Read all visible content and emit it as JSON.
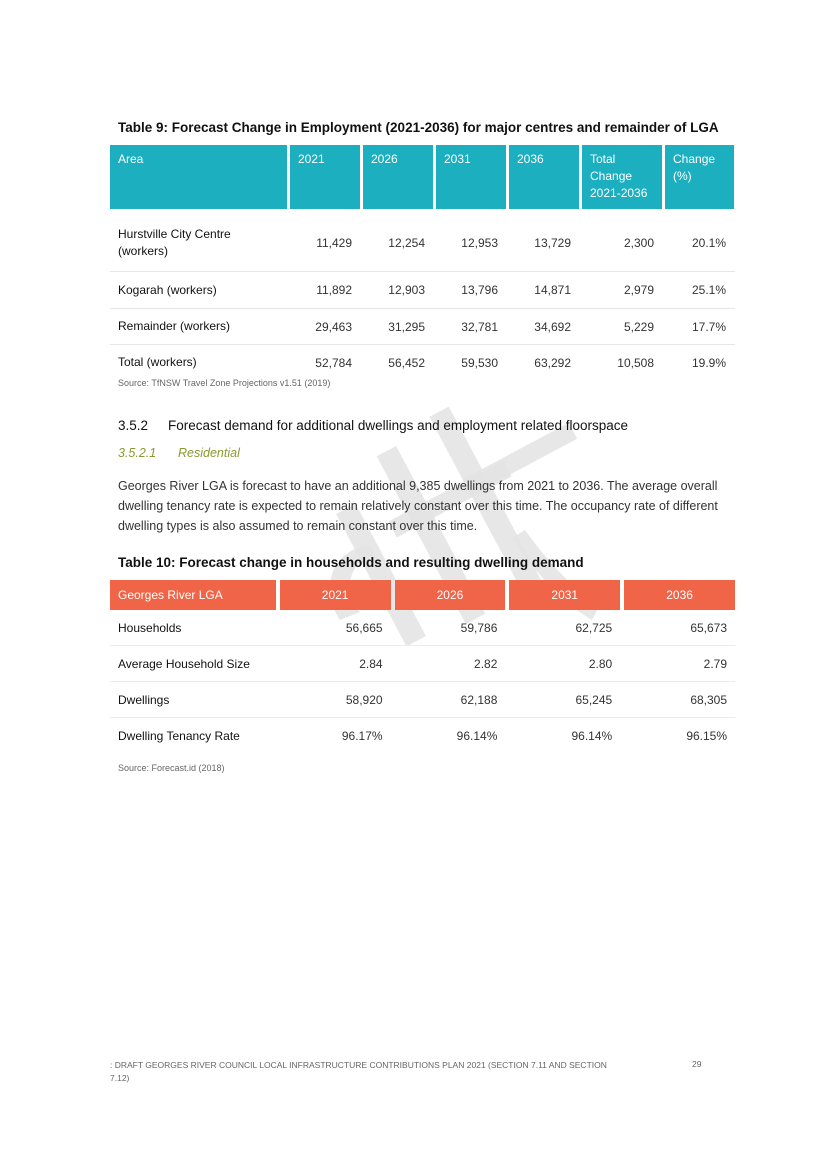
{
  "watermark_text": "draft",
  "table9": {
    "caption": "Table 9: Forecast Change in Employment (2021-2036) for major centres and remainder of LGA",
    "headers": [
      "Area",
      "2021",
      "2026",
      "2031",
      "2036",
      "Total\nChange\n2021-2036",
      "Change\n(%)"
    ],
    "rows": [
      [
        "Hurstville City Centre (workers)",
        "11,429",
        "12,254",
        "12,953",
        "13,729",
        "2,300",
        "20.1%"
      ],
      [
        "Kogarah (workers)",
        "11,892",
        "12,903",
        "13,796",
        "14,871",
        "2,979",
        "25.1%"
      ],
      [
        "Remainder (workers)",
        "29,463",
        "31,295",
        "32,781",
        "34,692",
        "5,229",
        "17.7%"
      ],
      [
        "Total (workers)",
        "52,784",
        "56,452",
        "59,530",
        "63,292",
        "10,508",
        "19.9%"
      ]
    ],
    "source": "Source: TfNSW Travel Zone Projections v1.51 (2019)"
  },
  "section": {
    "number": "3.5.2",
    "title": "Forecast demand for additional dwellings and employment related floorspace"
  },
  "subsection": {
    "number": "3.5.2.1",
    "title": "Residential"
  },
  "paragraph": "Georges River LGA is forecast to have an additional 9,385 dwellings from 2021 to 2036. The average overall dwelling tenancy rate is expected to remain relatively constant over this time. The occupancy rate of different dwelling types is also assumed to remain constant over this time.",
  "table10": {
    "caption": "Table 10: Forecast change in households and resulting dwelling demand",
    "headers": [
      "Georges River LGA",
      "2021",
      "2026",
      "2031",
      "2036"
    ],
    "rows": [
      [
        "Households",
        "56,665",
        "59,786",
        "62,725",
        "65,673"
      ],
      [
        "Average Household Size",
        "2.84",
        "2.82",
        "2.80",
        "2.79"
      ],
      [
        "Dwellings",
        "58,920",
        "62,188",
        "65,245",
        "68,305"
      ],
      [
        "Dwelling Tenancy Rate",
        "96.17%",
        "96.14%",
        "96.14%",
        "96.15%"
      ]
    ],
    "source": "Source: Forecast.id (2018)"
  },
  "footer": {
    "text": ": DRAFT GEORGES RIVER COUNCIL LOCAL INFRASTRUCTURE CONTRIBUTIONS PLAN 2021 (SECTION 7.11 AND SECTION 7.12)",
    "page_number": "29"
  },
  "colors": {
    "table9_header": "#1bafc0",
    "table10_header": "#f06448",
    "subsection": "#8a9a2e"
  }
}
